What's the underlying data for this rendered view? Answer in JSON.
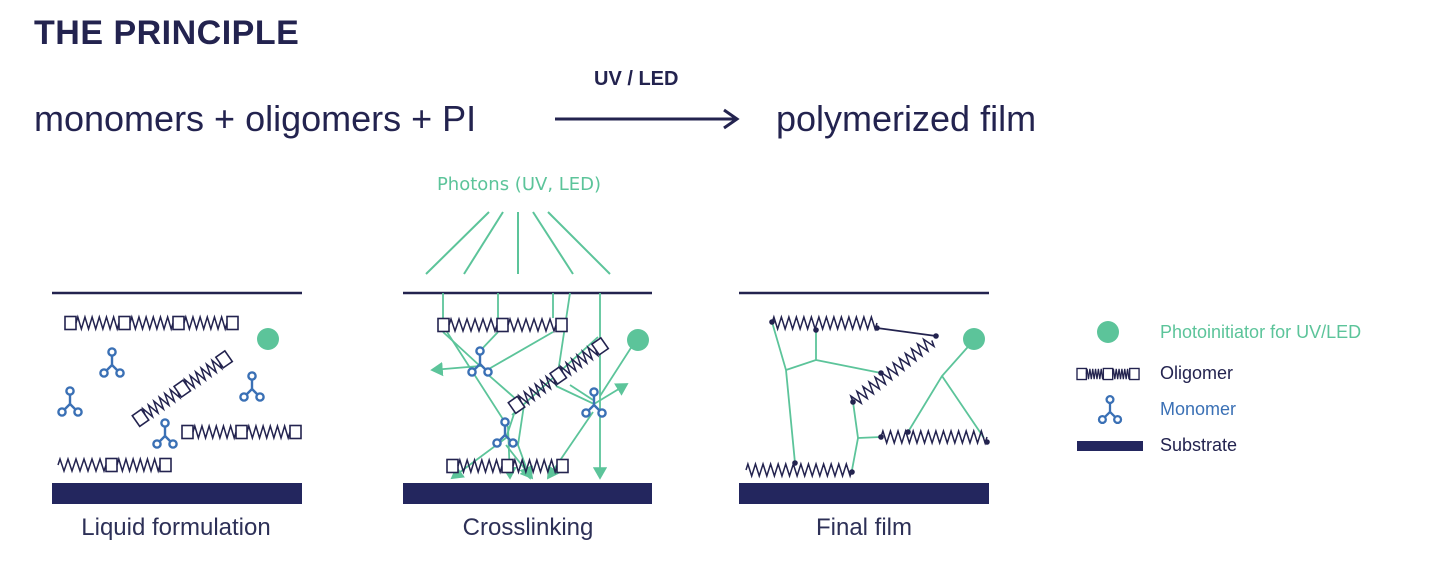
{
  "title": "THE PRINCIPLE",
  "equation": {
    "reactants": "monomers + oligomers + PI",
    "condition": "UV / LED",
    "product": "polymerized film"
  },
  "photons_label": "Photons (UV, LED)",
  "panels": [
    {
      "caption": "Liquid formulation"
    },
    {
      "caption": "Crosslinking"
    },
    {
      "caption": "Final film"
    }
  ],
  "legend": [
    {
      "label": "Photoinitiator for UV/LED",
      "icon": "photoinitiator-dot-icon",
      "color": "#5cc49a"
    },
    {
      "label": "Oligomer",
      "icon": "oligomer-chain-icon",
      "color": "#23234f"
    },
    {
      "label": "Monomer",
      "icon": "monomer-branch-icon",
      "color": "#3a70b5"
    },
    {
      "label": "Substrate",
      "icon": "substrate-bar-icon",
      "color": "#23265e"
    }
  ],
  "colors": {
    "navy": "#23234f",
    "substrate": "#23265e",
    "green": "#5cc49a",
    "blue": "#3a70b5"
  }
}
